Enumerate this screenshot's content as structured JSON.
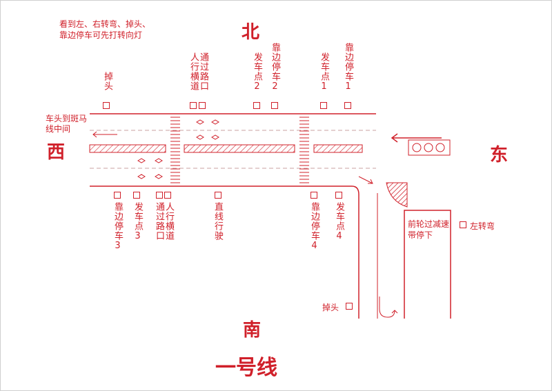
{
  "title": "一号线",
  "compass": {
    "north": "北",
    "south": "南",
    "west": "西",
    "east": "东"
  },
  "note": {
    "line1": "看到左、右转弯、掉头、",
    "line2": "靠边停车可先打转向灯"
  },
  "labels_north": {
    "uturn_1": "掉头",
    "crosswalk_a": "人行横道",
    "crossing_intersection": "通过路口",
    "start_point_2": "发车点2",
    "pull_over_2": "靠边停车2",
    "start_point_1": "发车点1",
    "pull_over_1": "靠边停车1"
  },
  "labels_south": {
    "pull_over_3": "靠边停车3",
    "start_point_3": "发车点3",
    "crossing_intersection": "通过路口",
    "crosswalk_b": "人行横道",
    "straight_driving": "直线行驶",
    "pull_over_4": "靠边停车4",
    "start_point_4": "发车点4"
  },
  "labels_other": {
    "zebra_midline": "车头到斑马线中间",
    "front_wheel_speed_bump": "前轮过减速带停下",
    "left_turn": "左转弯",
    "uturn_2": "掉头"
  },
  "colors": {
    "line": "#d0202a",
    "hatch": "#d0202a",
    "lane_dash": "#c9a0a0"
  }
}
